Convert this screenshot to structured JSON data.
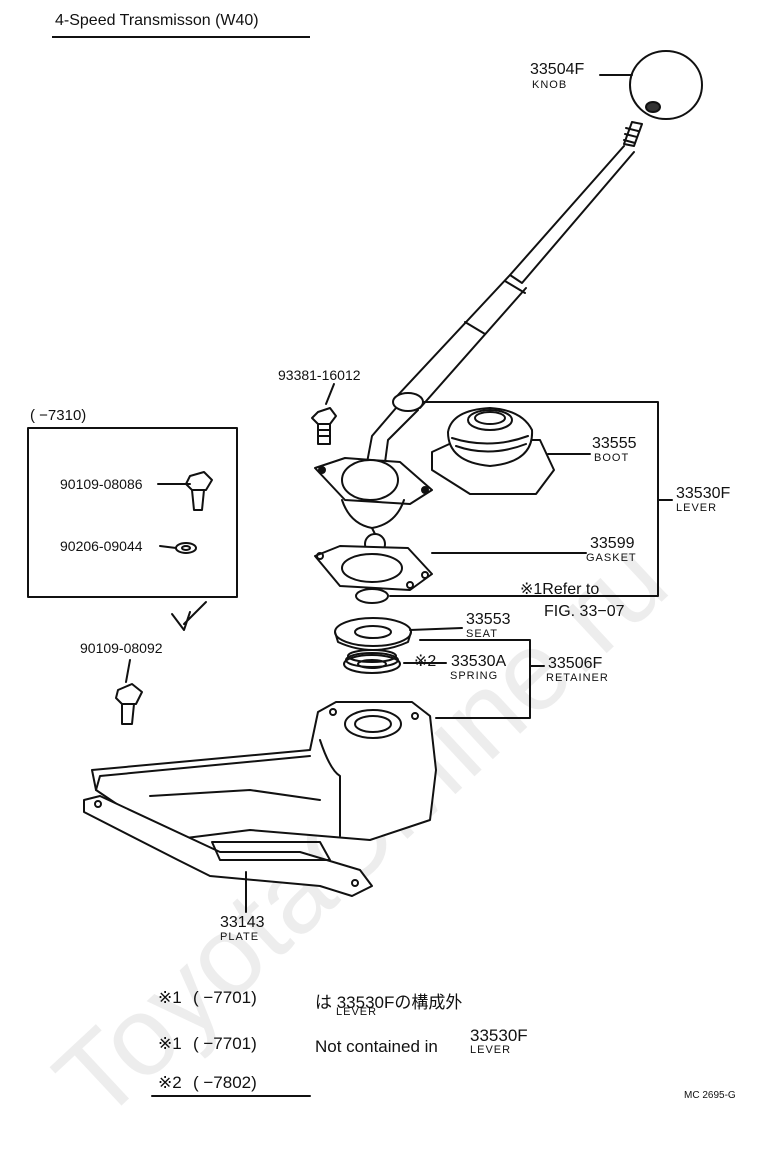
{
  "title": "4-Speed Transmisson (W40)",
  "inset": {
    "range": "(        −7310)"
  },
  "parts": {
    "knob": {
      "number": "33504F",
      "name": "KNOB"
    },
    "bolt": {
      "number": "93381-16012"
    },
    "boot": {
      "number": "33555",
      "name": "BOOT"
    },
    "lever": {
      "number": "33530F",
      "name": "LEVER"
    },
    "gasket": {
      "number": "33599",
      "name": "GASKET"
    },
    "refer": {
      "line1": "※1Refer to",
      "line2": "FIG. 33−07"
    },
    "seat": {
      "number": "33553",
      "name": "SEAT"
    },
    "spring": {
      "mark": "※2",
      "number": "33530A",
      "name": "SPRING"
    },
    "retainer": {
      "number": "33506F",
      "name": "RETAINER"
    },
    "plate": {
      "number": "33143",
      "name": "PLATE"
    },
    "inset_bolt": {
      "number": "90109-08086"
    },
    "inset_washer": {
      "number": "90206-09044"
    },
    "new_bolt": {
      "number": "90109-08092"
    }
  },
  "notes": {
    "n1_jp": {
      "mark": "※1",
      "range": "(        −7701)",
      "text": "は 33530Fの構成外",
      "sub": "LEVER"
    },
    "n1_en": {
      "mark": "※1",
      "range": "(        −7701)",
      "text": "Not contained in",
      "part": "33530F",
      "sub": "LEVER"
    },
    "n2": {
      "mark": "※2",
      "range": "(        −7802)"
    }
  },
  "code": "MC  2695-G",
  "watermark": "ToyotaCMine.ru"
}
